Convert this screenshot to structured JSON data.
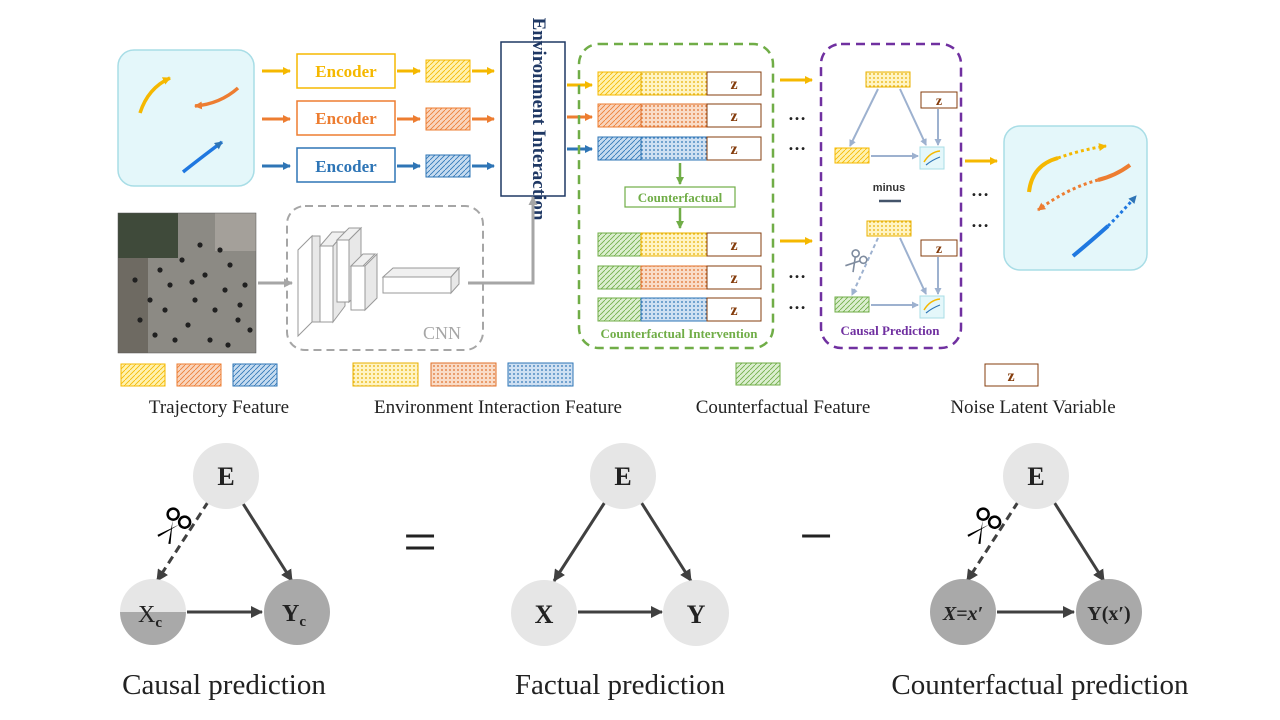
{
  "encoders": {
    "top_label": "Encoder",
    "middle_label": "Encoder",
    "bottom_label": "Encoder"
  },
  "environment_interaction_label": "Environment Interaction",
  "cnn_label": "CNN",
  "z_label": "z",
  "ellipsis": "…",
  "counterfactual_label": "Counterfactual",
  "counterfactual_intervention_label": "Counterfactual Intervention",
  "minus_label": "minus",
  "causal_prediction_box_label": "Causal Prediction",
  "legend": {
    "trajectory_feature": "Trajectory Feature",
    "environment_interaction_feature": "Environment Interaction Feature",
    "counterfactual_feature": "Counterfactual Feature",
    "noise_latent_variable": "Noise Latent Variable",
    "z_symbol": "z"
  },
  "graphs": {
    "e_node": "E",
    "equals_sign": "=",
    "minus_sign": "−",
    "causal": {
      "x": "X",
      "x_sub": "c",
      "y": "Y",
      "y_sub": "c",
      "caption": "Causal prediction"
    },
    "factual": {
      "x": "X",
      "y": "Y",
      "caption": "Factual prediction"
    },
    "counterfactual": {
      "x": "X=x′",
      "y": "Y(x′)",
      "caption": "Counterfactual prediction"
    }
  },
  "colors": {
    "yellow": "#F5B800",
    "orange": "#ED7D31",
    "blue": "#2E75B6",
    "green": "#70AD47",
    "purple": "#7030A0",
    "brown": "#843C0C",
    "gray": "#A6A6A6",
    "panel_fill": "#E4F7FA",
    "node_light": "#E6E6E6",
    "node_dark": "#A9A9A9"
  }
}
